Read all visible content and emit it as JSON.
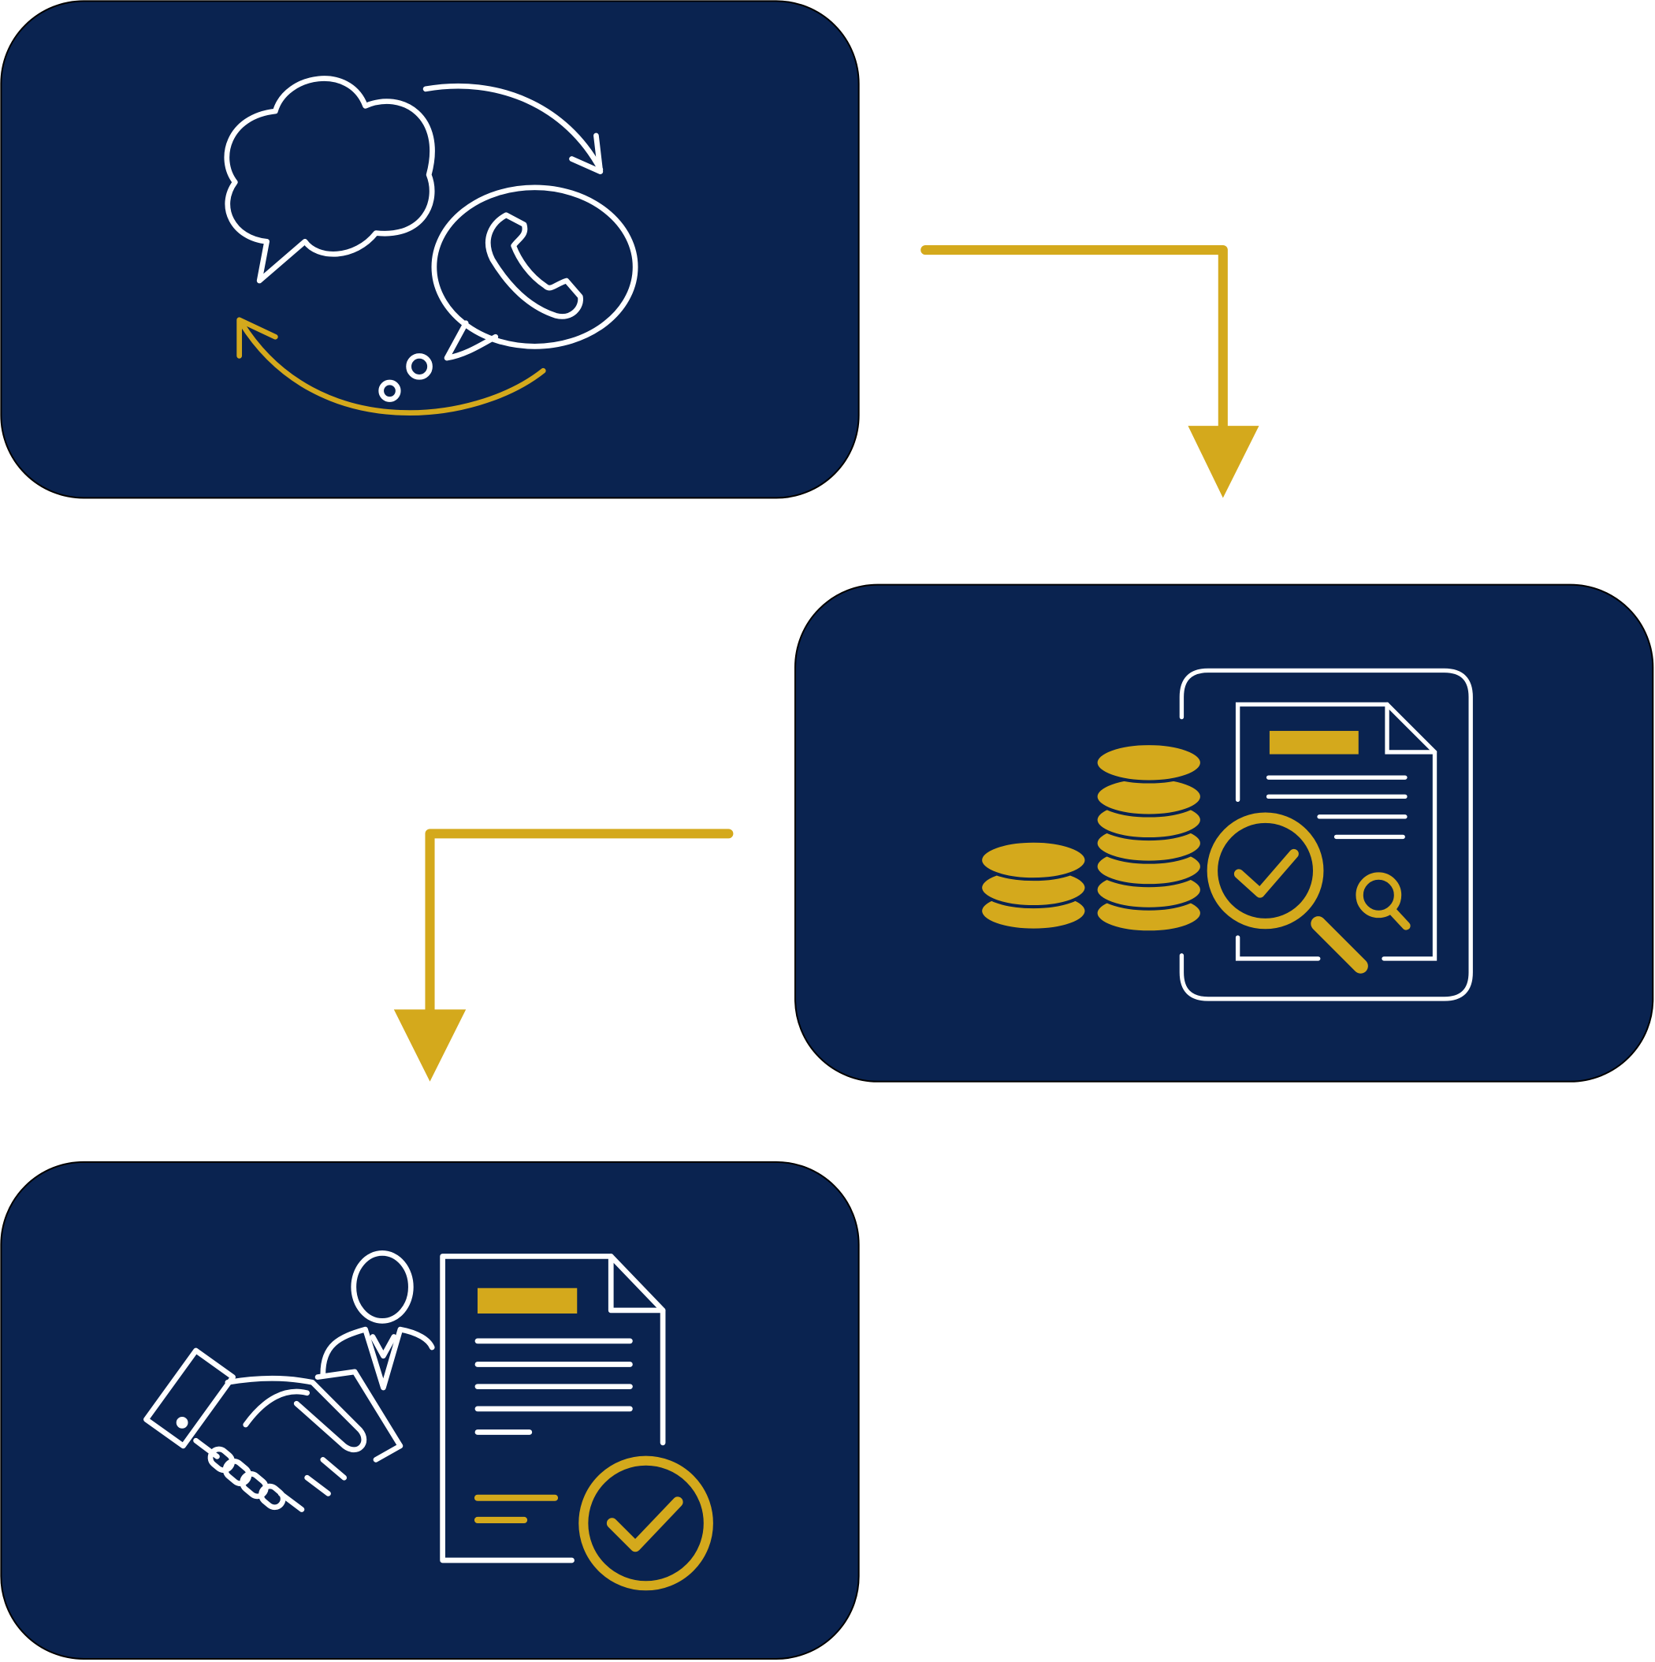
{
  "diagram": {
    "title": "",
    "steps": [
      {
        "id": "consultation",
        "icon": "conversation-phone-icon"
      },
      {
        "id": "financial-review",
        "icon": "coins-document-inspection-icon"
      },
      {
        "id": "agreement",
        "icon": "handshake-contract-approved-icon"
      }
    ],
    "connectors": [
      {
        "from": "consultation",
        "to": "financial-review"
      },
      {
        "from": "financial-review",
        "to": "agreement"
      }
    ]
  },
  "colors": {
    "card_bg": "#0a2350",
    "accent_gold": "#d4a91c",
    "line_white": "#ffffff",
    "page_bg": "#ffffff"
  }
}
